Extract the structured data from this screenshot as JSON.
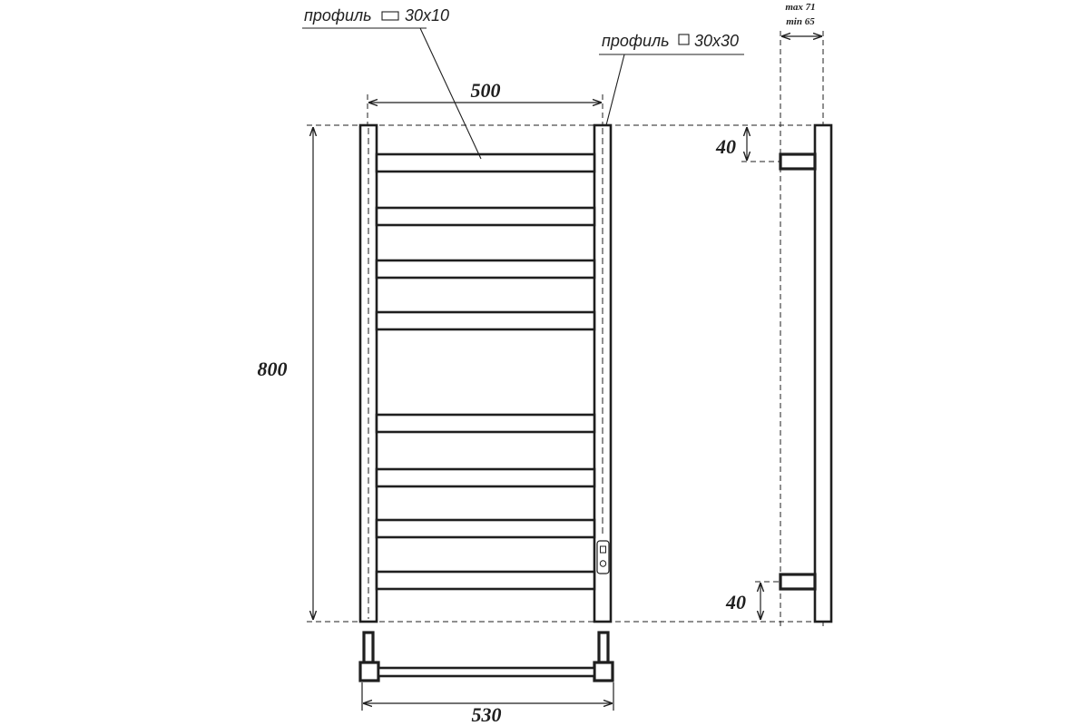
{
  "labels": {
    "profile_flat": {
      "word": "профиль",
      "size": "30x10",
      "icon": "flat-rectangle-icon"
    },
    "profile_square": {
      "word": "профиль",
      "size": "30x30",
      "icon": "square-icon"
    },
    "width_inner": "500",
    "height": "800",
    "width_outer": "530",
    "top_offset": "40",
    "bottom_offset": "40",
    "depth_max": "max 71",
    "depth_min": "min 65"
  },
  "colors": {
    "ink": "#1f1f1f",
    "background": "#ffffff"
  }
}
